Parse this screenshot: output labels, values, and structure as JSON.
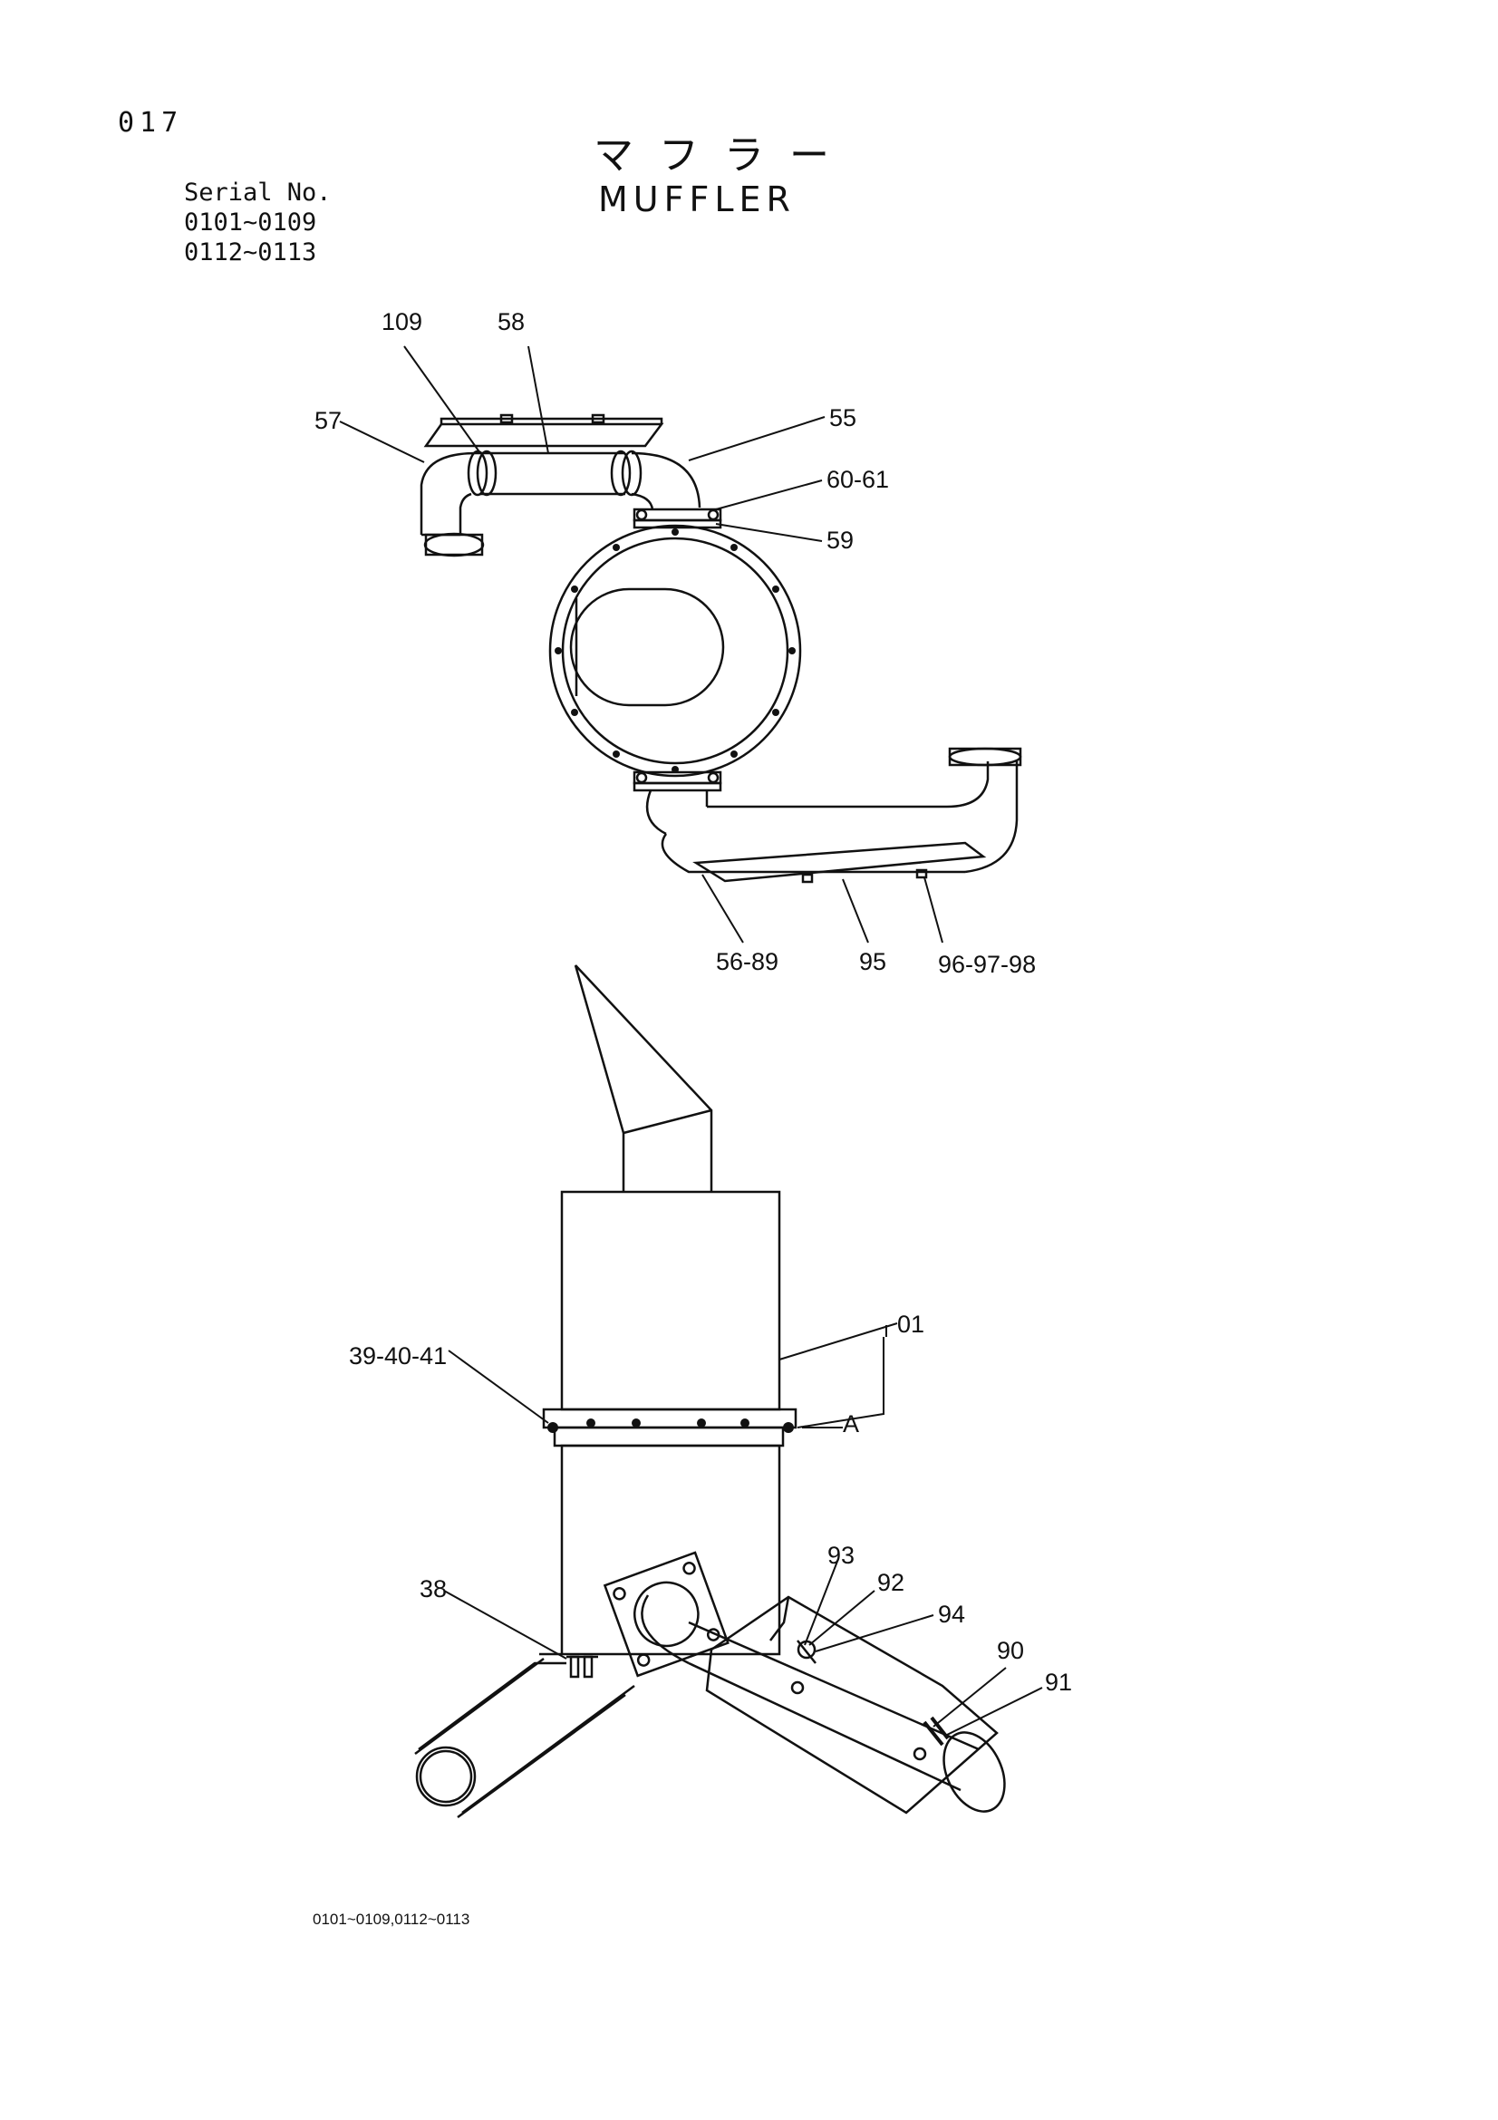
{
  "page_number": "017",
  "title_jp": "マフラー",
  "title_en": "MUFFLER",
  "serial": {
    "label": "Serial No.",
    "ranges": [
      "0101~0109",
      "0112~0113"
    ]
  },
  "footer": "0101~0109,0112~0113",
  "callouts": {
    "c109": "109",
    "c58": "58",
    "c57": "57",
    "c55": "55",
    "c6061": "60-61",
    "c59": "59",
    "c5689": "56-89",
    "c95": "95",
    "c969798": "96-97-98",
    "c01": "01",
    "c394041": "39-40-41",
    "cA": "A",
    "c93": "93",
    "c92": "92",
    "c94": "94",
    "c38": "38",
    "c90": "90",
    "c91": "91"
  }
}
